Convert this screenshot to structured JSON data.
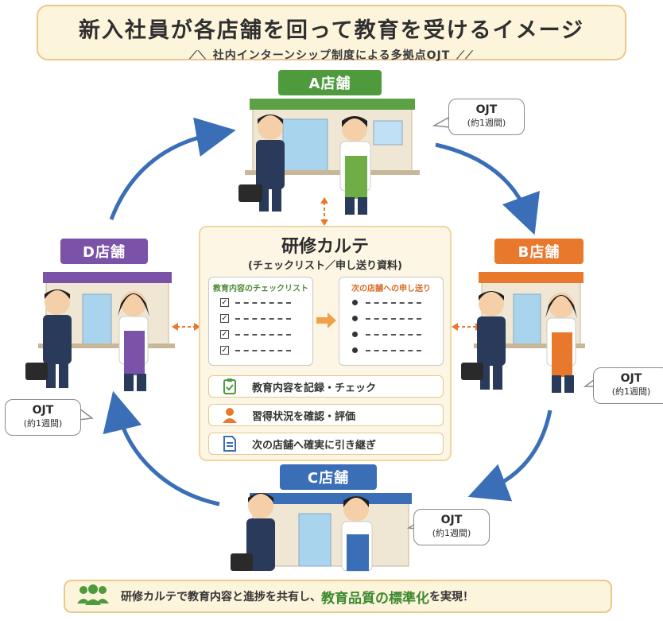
{
  "title": {
    "main": "新入社員が各店舗を回って教育を受けるイメージ",
    "sub": "社内インターンシップ制度による多拠点OJT",
    "deco_left": "⟋⟍",
    "deco_right": "⟋⟋"
  },
  "stores": {
    "a": "A店舗",
    "b": "B店舗",
    "c": "C店舗",
    "d": "D店舗"
  },
  "ojt": {
    "label": "OJT",
    "duration": "(約1週間)"
  },
  "card": {
    "title": "研修カルテ",
    "subtitle": "(チェックリスト／申し送り資料)",
    "left_panel_title": "教育内容のチェックリスト",
    "right_panel_title": "次の店舗への申し送り",
    "features": [
      {
        "icon": "clipboard-check-icon",
        "text": "教育内容を記録・チェック"
      },
      {
        "icon": "person-icon",
        "text": "習得状況を確認・評価"
      },
      {
        "icon": "document-icon",
        "text": "次の店舗へ確実に引き継ぎ"
      }
    ]
  },
  "banner": {
    "icon": "group-people-icon",
    "text_before": "研修カルテで教育内容と進捗を共有し、",
    "highlight": "教育品質の標準化",
    "text_after": "を実現！"
  },
  "colors": {
    "store_a": "#4e9a3c",
    "store_b": "#e8782c",
    "store_c": "#3a6fb7",
    "store_d": "#7a52a8",
    "cycle_arrow": "#3a6fb7",
    "link_arrow": "#e8782c",
    "highlight": "#3c8a2e"
  }
}
